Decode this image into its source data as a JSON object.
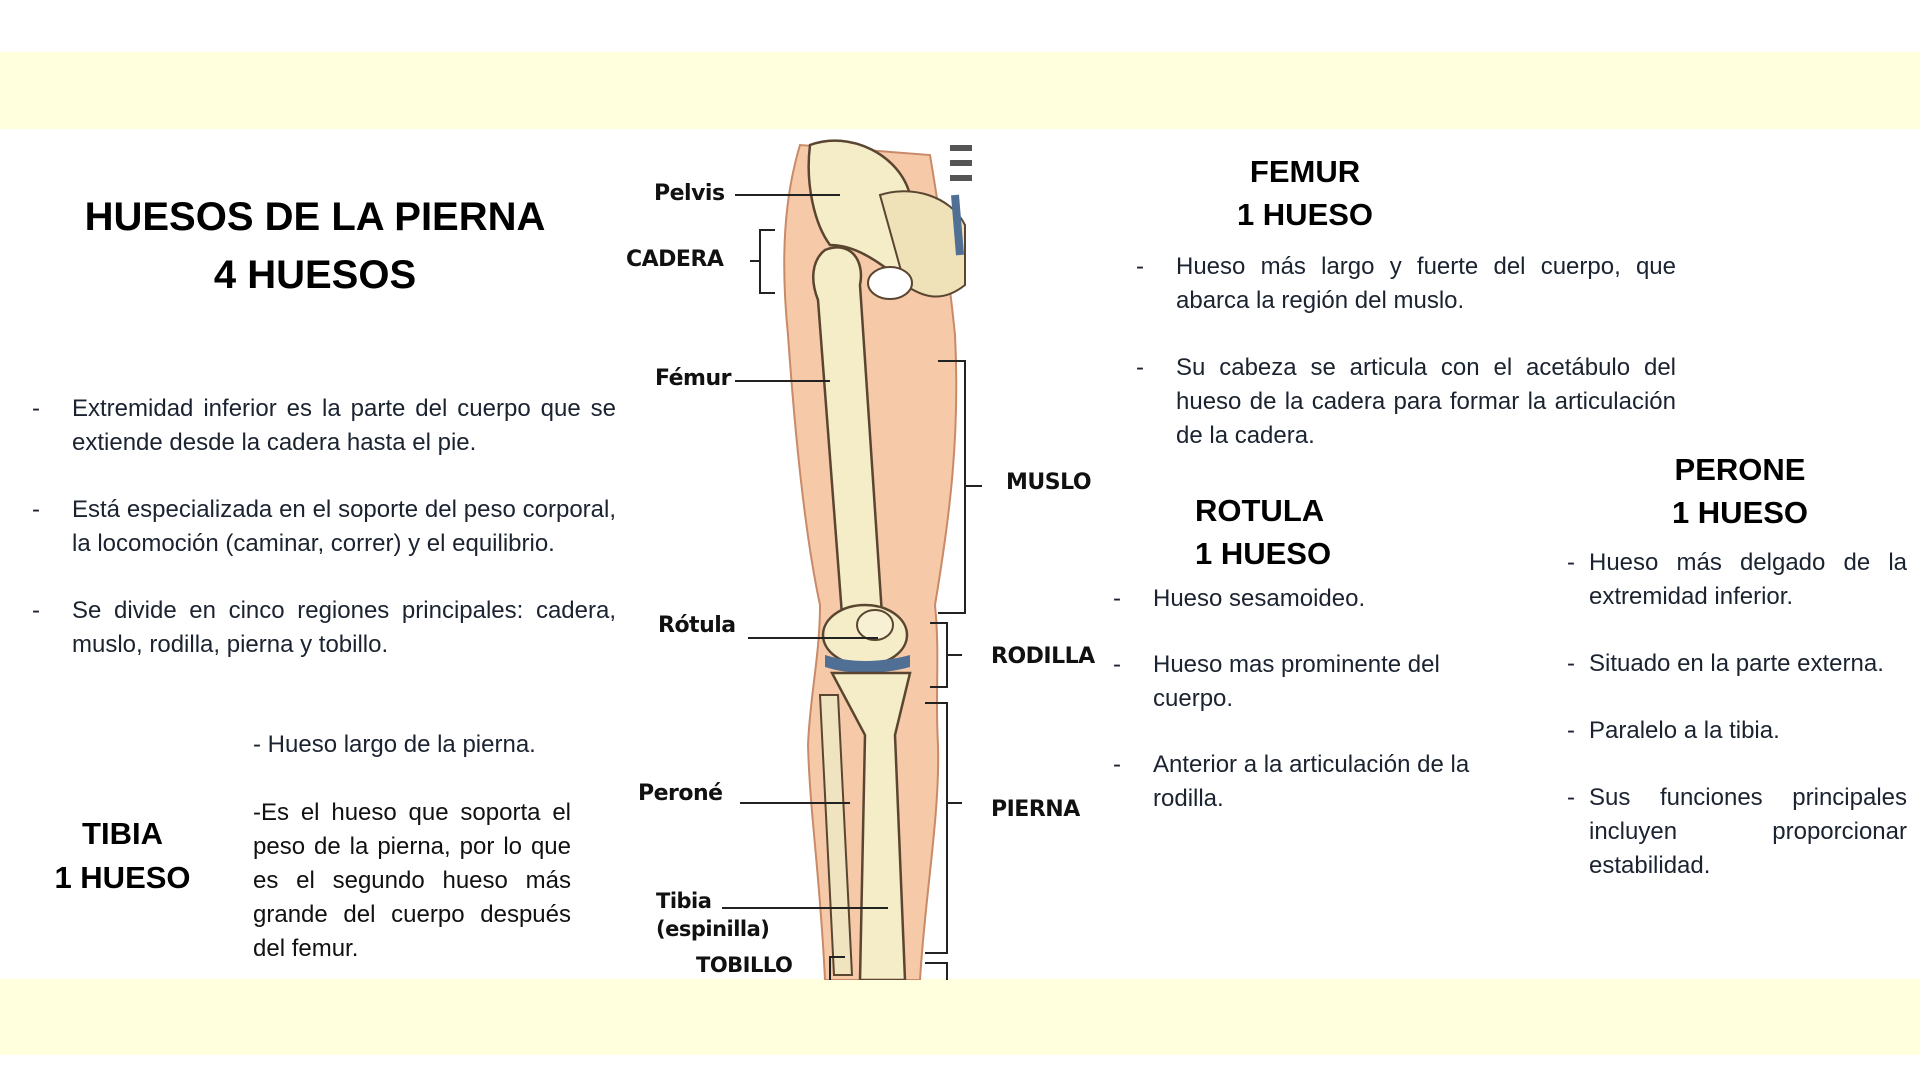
{
  "slide": {
    "band_color": "#ffffde",
    "text_color": "#1b2330",
    "heading_color": "#000000"
  },
  "title": {
    "line1": "HUESOS DE LA PIERNA",
    "line2": "4 HUESOS"
  },
  "intro": {
    "bullets": [
      "Extremidad inferior es la parte del cuerpo que se extiende desde la cadera hasta el pie.",
      " Está especializada en el soporte del peso corporal, la locomoción (caminar, correr) y el equilibrio.",
      " Se divide en cinco regiones principales: cadera, muslo, rodilla, pierna y tobillo."
    ]
  },
  "tibia": {
    "name": "TIBIA",
    "count": "1 HUESO",
    "bullets": [
      "- Hueso largo de la pierna.",
      "-Es el hueso que soporta el peso de la pierna, por lo que es el segundo hueso más grande del cuerpo después del femur."
    ]
  },
  "femur": {
    "name": "FEMUR",
    "count": "1 HUESO",
    "bullets": [
      "Hueso más largo y fuerte del cuerpo, que abarca la región del muslo.",
      "Su cabeza se articula con el acetábulo del hueso de la cadera para formar la articulación de la cadera."
    ]
  },
  "rotula": {
    "name": "ROTULA",
    "count": "1 HUESO",
    "bullets": [
      "Hueso sesamoideo.",
      "Hueso mas prominente del cuerpo.",
      "Anterior a la articulación de la rodilla."
    ]
  },
  "perone": {
    "name": "PERONE",
    "count": "1 HUESO",
    "bullets": [
      "Hueso más delgado de la extremidad inferior.",
      "Situado en la parte externa.",
      " Paralelo a la tibia.",
      "Sus funciones principales incluyen proporcionar estabilidad."
    ]
  },
  "figure": {
    "bone_labels": {
      "pelvis": "Pelvis",
      "cadera": "CADERA",
      "femur": "Fémur",
      "rotula": "Rótula",
      "perone": "Peroné",
      "tibia": "Tibia",
      "tibia_sub": "(espinilla)",
      "tobillo": "TOBILLO"
    },
    "region_labels": {
      "muslo": "MUSLO",
      "rodilla": "RODILLA",
      "pierna": "PIERNA"
    },
    "colors": {
      "skin": "#f6c9a8",
      "bone": "#f5ecc8",
      "outline": "#5a4630",
      "cartilage": "#4f6f95"
    }
  },
  "dash": "-"
}
